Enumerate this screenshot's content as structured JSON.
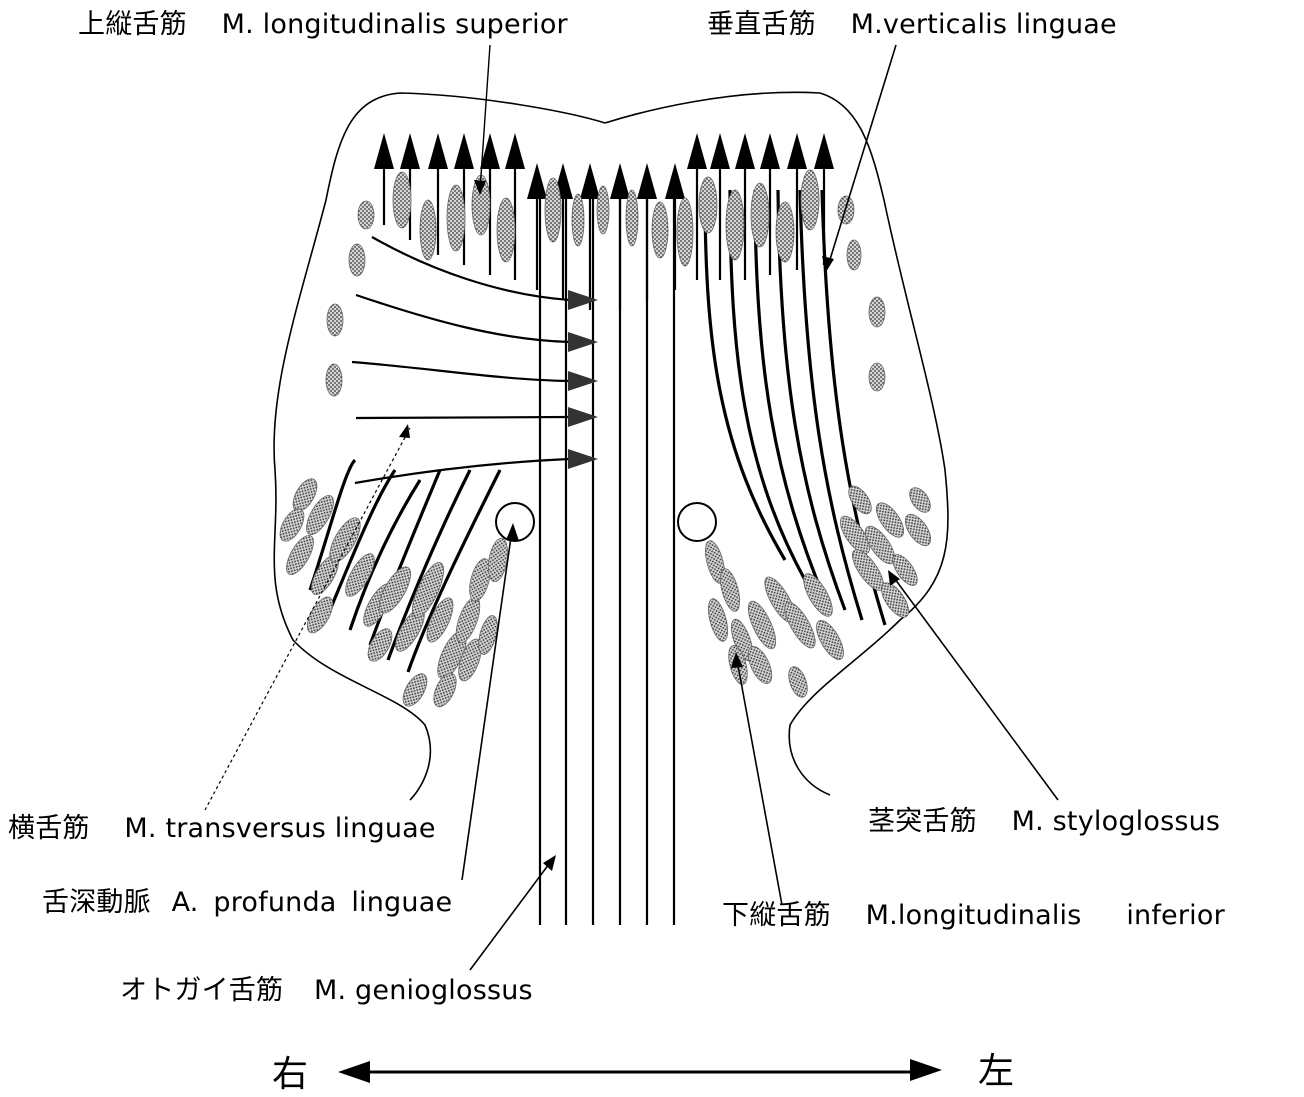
{
  "labels": {
    "sup_long_jp": "上縦舌筋",
    "sup_long_lat": "M. longitudinalis superior",
    "vertical_jp": "垂直舌筋",
    "vertical_lat": "M.verticalis linguae",
    "transverse_jp": "横舌筋",
    "transverse_lat": "M. transversus linguae",
    "artery_jp": "舌深動脈",
    "artery_lat": "A. profunda linguae",
    "genio_jp": "オトガイ舌筋",
    "genio_lat": "M. genioglossus",
    "stylo_jp": "茎突舌筋",
    "stylo_lat": "M. styloglossus",
    "inf_long_jp": "下縦舌筋",
    "inf_long_lat": "M.longitudinalis",
    "inf_long_lat2": "inferior"
  },
  "direction": {
    "right": "右",
    "left": "左"
  },
  "colors": {
    "line": "#000000",
    "stipple": "#8a8a8a",
    "background": "#ffffff"
  }
}
